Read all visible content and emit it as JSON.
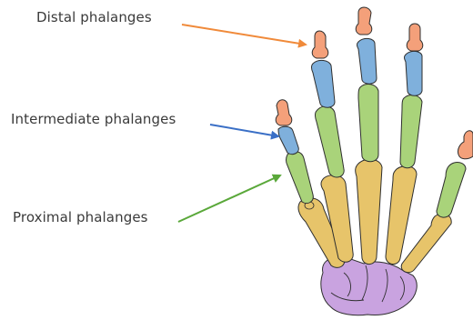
{
  "labels": {
    "distal": "Distal phalanges",
    "intermediate": "Intermediate phalanges",
    "proximal": "Proximal phalanges"
  },
  "colors": {
    "distal": "#f4a07a",
    "intermediate": "#7fb0dc",
    "proximal": "#a9d37a",
    "metacarpal": "#e7c46a",
    "carpal": "#c9a3e0",
    "arrow_distal": "#f08a3a",
    "arrow_intermediate": "#3a6fc6",
    "arrow_proximal": "#5aa83a"
  }
}
